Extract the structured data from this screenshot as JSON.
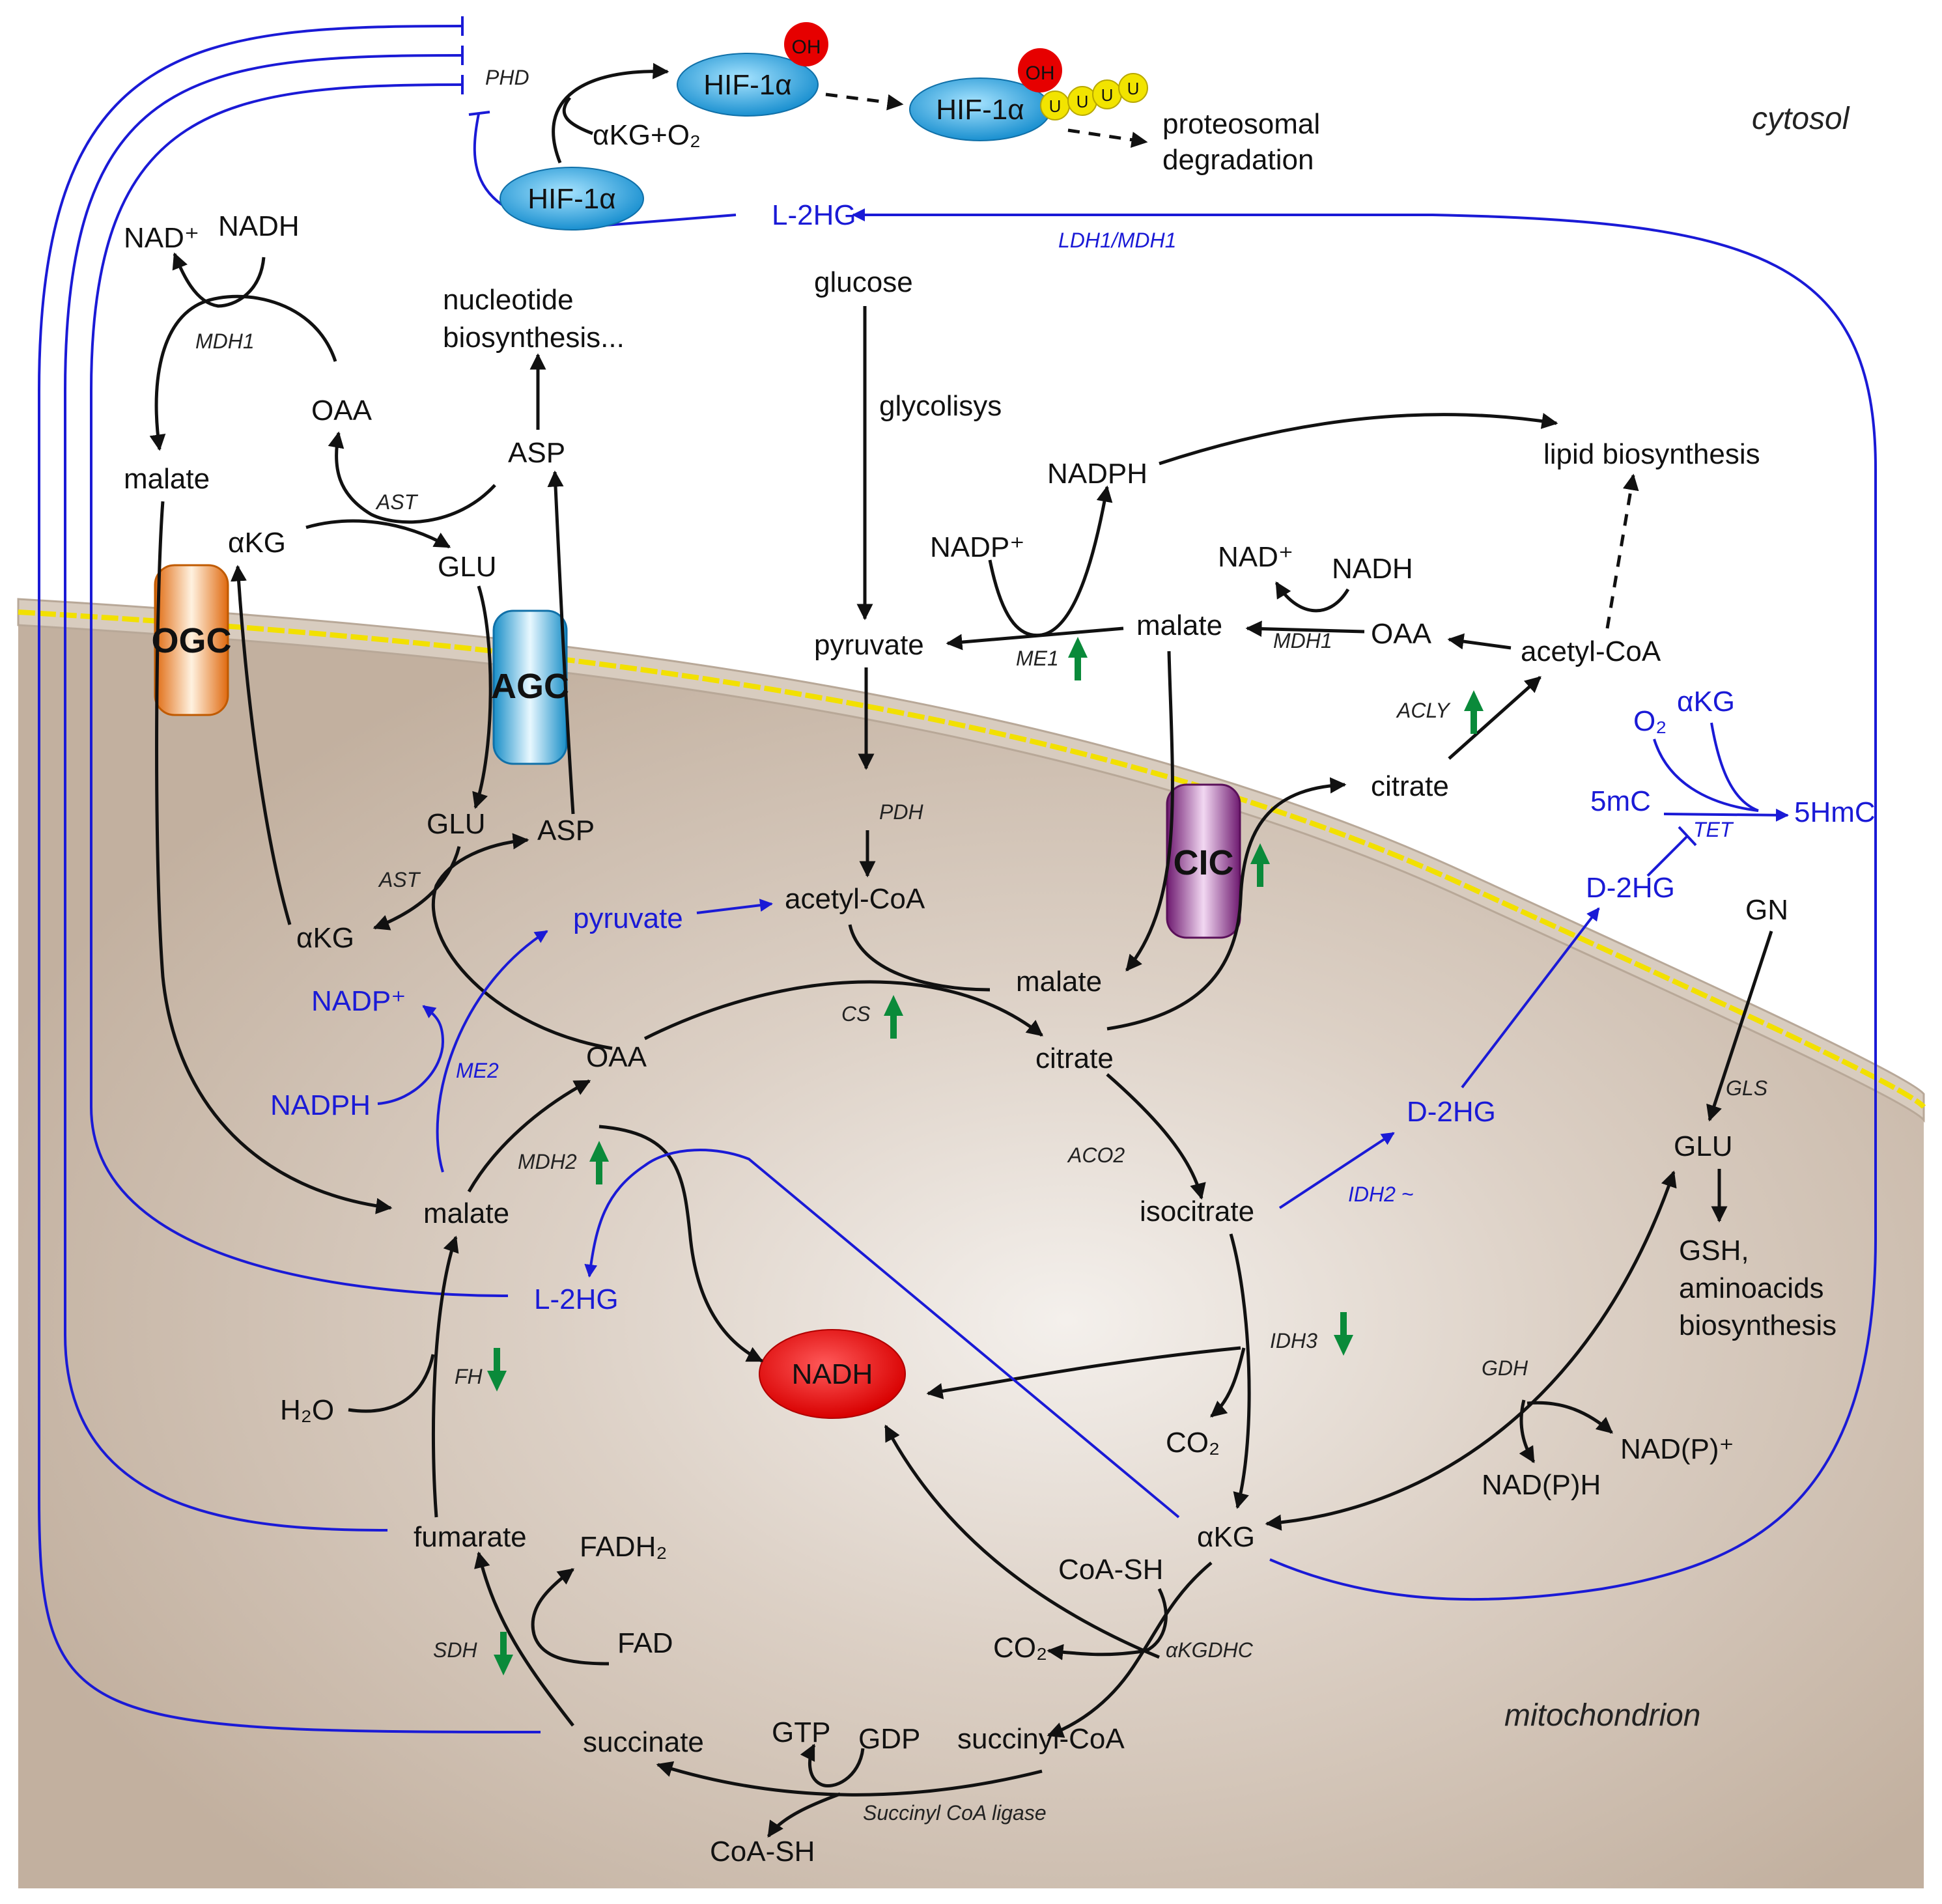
{
  "compartments": {
    "cytosol": "cytosol",
    "mitochondrion": "mitochondrion"
  },
  "transporters": {
    "ogc": "OGC",
    "agc": "AGC",
    "cic": "CIC"
  },
  "hif": {
    "hif1a_free": "HIF-1α",
    "hif1a_oh": "HIF-1α",
    "hif1a_ub": "HIF-1α",
    "oh": "OH",
    "u": "U",
    "cofactors": "αKG+O₂",
    "degradation_1": "proteosomal",
    "degradation_2": "degradation",
    "phd": "PHD"
  },
  "cytosol": {
    "l2hg": "L-2HG",
    "ldh_mdh": "LDH1/MDH1",
    "nad_plus": "NAD⁺",
    "nadh": "NADH",
    "mdh1": "MDH1",
    "malate": "malate",
    "oaa": "OAA",
    "ast": "AST",
    "asp": "ASP",
    "akg": "αKG",
    "glu": "GLU",
    "nucleotide_1": "nucleotide",
    "nucleotide_2": "biosynthesis...",
    "glucose": "glucose",
    "glycolysis": "glycolisys",
    "pyruvate": "pyruvate",
    "me1": "ME1",
    "nadp_plus": "NADP⁺",
    "nadph": "NADPH",
    "malate2": "malate",
    "nad_plus2": "NAD⁺",
    "nadh2": "NADH",
    "mdh1_2": "MDH1",
    "oaa2": "OAA",
    "acetyl_coa": "acetyl-CoA",
    "acly": "ACLY",
    "citrate": "citrate",
    "lipid": "lipid biosynthesis"
  },
  "nucleus": {
    "o2": "O₂",
    "akg": "αKG",
    "mc": "5mC",
    "hmc": "5HmC",
    "tet": "TET",
    "d2hg": "D-2HG",
    "gn": "GN"
  },
  "mito": {
    "glu": "GLU",
    "asp": "ASP",
    "ast": "AST",
    "akg_left": "αKG",
    "pyruvate_blue": "pyruvate",
    "pdh": "PDH",
    "acetyl_coa": "acetyl-CoA",
    "nadp_plus": "NADP⁺",
    "nadph": "NADPH",
    "me2": "ME2",
    "malate_cic": "malate",
    "oaa": "OAA",
    "cs": "CS",
    "citrate": "citrate",
    "aco2": "ACO2",
    "isocitrate": "isocitrate",
    "d2hg": "D-2HG",
    "idh2": "IDH2 ~",
    "mdh2": "MDH2",
    "malate": "malate",
    "l2hg": "L-2HG",
    "nadh": "NADH",
    "fh": "FH",
    "h2o": "H₂O",
    "idh3": "IDH3",
    "co2_a": "CO₂",
    "akg": "αKG",
    "coash": "CoA-SH",
    "co2_b": "CO₂",
    "akgdhc": "αKGDHC",
    "fumarate": "fumarate",
    "fadh2": "FADH₂",
    "fad": "FAD",
    "sdh": "SDH",
    "succinate": "succinate",
    "gtp": "GTP",
    "gdp": "GDP",
    "succinyl_coa": "succinyl-CoA",
    "scl": "Succinyl CoA ligase",
    "coash2": "CoA-SH",
    "gls": "GLS",
    "glu2": "GLU",
    "gsh_1": "GSH,",
    "gsh_2": "aminoacids",
    "gsh_3": "biosynthesis",
    "gdh": "GDH",
    "nadph_gdh": "NAD(P)H",
    "nadp_gdh": "NAD(P)⁺"
  },
  "colors": {
    "membrane": "#cfc2b4",
    "matrix": "#c9b8a8",
    "blue_path": "#1a1ad6",
    "arrow_up_down": "#0a8a3a",
    "nadh_red": "#e60000",
    "ogc": "#f08a1e",
    "agc": "#2aa8e0",
    "cic": "#8a2a8a",
    "hif": "#2aa0e0",
    "ub": "#f2e400"
  }
}
